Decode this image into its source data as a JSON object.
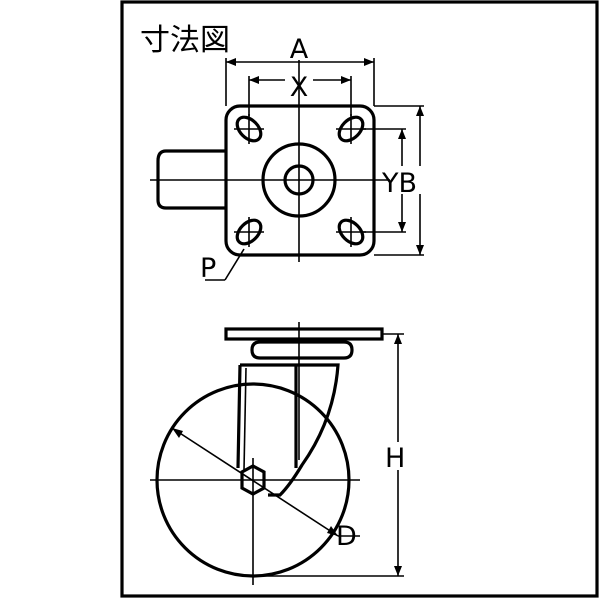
{
  "title": "寸法図",
  "labels": {
    "a": "A",
    "x": "X",
    "yb": "YB",
    "p": "P",
    "h": "H",
    "d": "D"
  }
}
